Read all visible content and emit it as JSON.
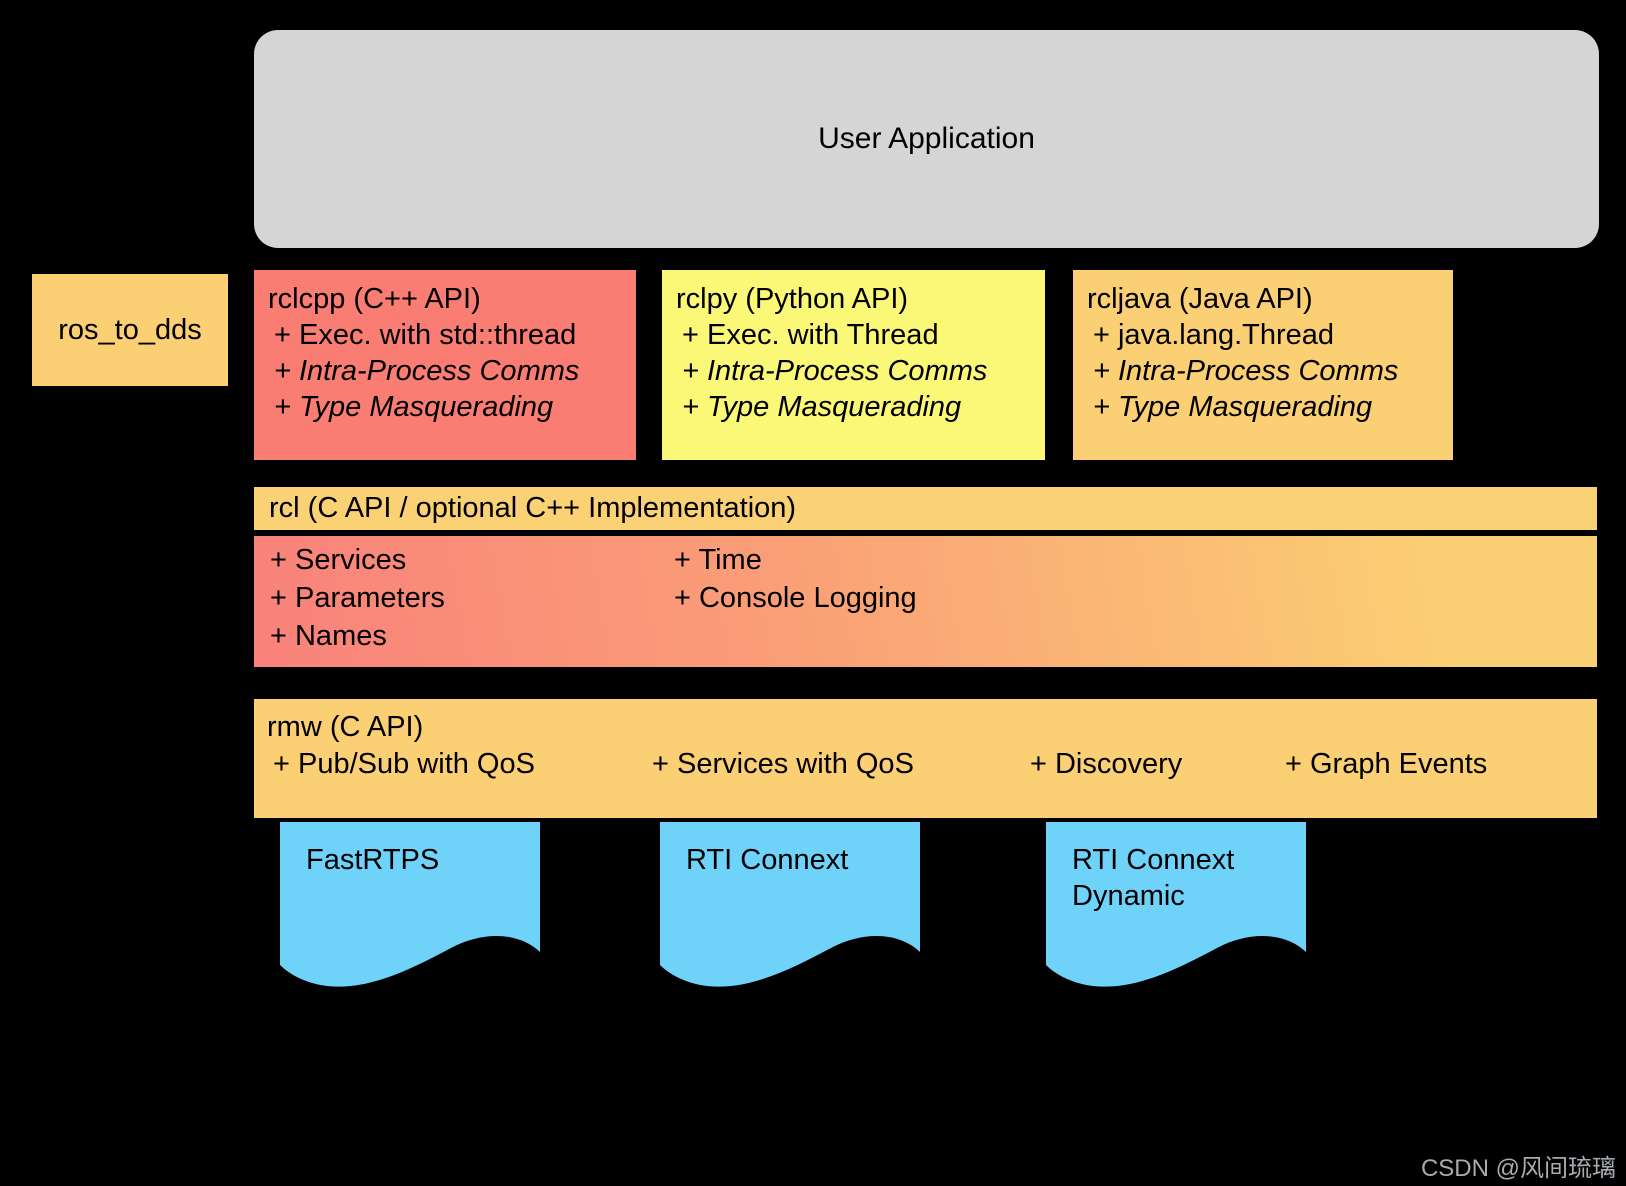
{
  "palette": {
    "background": "#000000",
    "user_application_box": "#D5D5D5",
    "gold_box": "#FBCF73",
    "rcl_header_gold": "#FBD175",
    "salmon_box": "#F97D72",
    "rcl_gradient_start": "#F9837A",
    "rcl_gradient_end": "#FBCF73",
    "yellow_box": "#FAF876",
    "dds_blue": "#6FD2F9",
    "text": "#000000",
    "watermark_text": "#A6ABB0"
  },
  "user_application": {
    "label": "User Application"
  },
  "ros_to_dds": {
    "label": "ros_to_dds"
  },
  "client_libraries": [
    {
      "title": "rclcpp (C++ API)",
      "items": [
        "+ Exec. with std::thread",
        "+ Intra-Process Comms",
        "+ Type Masquerading"
      ]
    },
    {
      "title": "rclpy (Python API)",
      "items": [
        "+ Exec. with Thread",
        "+ Intra-Process Comms",
        "+ Type Masquerading"
      ]
    },
    {
      "title": "rcljava (Java API)",
      "items": [
        "+ java.lang.Thread",
        "+ Intra-Process Comms",
        "+ Type Masquerading"
      ]
    }
  ],
  "rcl": {
    "title": "rcl (C API / optional C++ Implementation)",
    "column1": [
      "+ Services",
      "+ Parameters",
      "+ Names"
    ],
    "column2": [
      "+ Time",
      "+ Console Logging"
    ]
  },
  "rmw": {
    "title": "rmw (C API)",
    "items": [
      "+ Pub/Sub with QoS",
      "+ Services with QoS",
      "+ Discovery",
      "+ Graph Events"
    ]
  },
  "dds_implementations": [
    {
      "label": "FastRTPS"
    },
    {
      "label": "RTI Connext"
    },
    {
      "label": "RTI Connext Dynamic"
    }
  ],
  "watermark": "CSDN @风间琉璃"
}
